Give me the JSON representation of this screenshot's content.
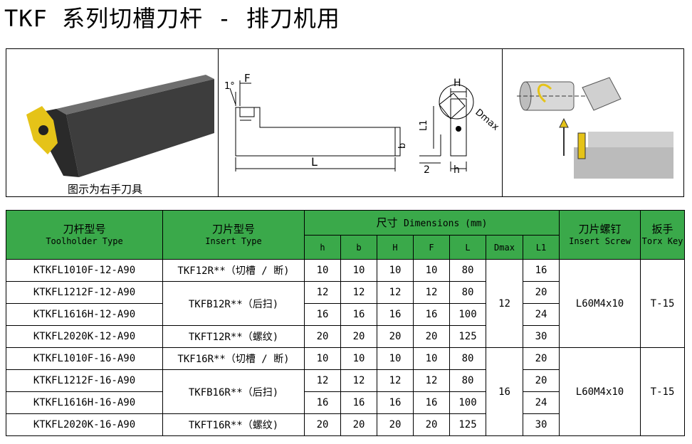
{
  "page_title": "TKF 系列切槽刀杆 - 排刀机用",
  "figure": {
    "caption": "图示为右手刀具",
    "labels": {
      "angle": "1°",
      "f": "F",
      "l": "L",
      "h_top": "H",
      "dmax": "Dmax",
      "l1": "L1",
      "b": "b",
      "two": "2",
      "h_bottom": "h"
    }
  },
  "table": {
    "headers": {
      "toolholder_cn": "刀杆型号",
      "toolholder_en": "Toolholder Type",
      "insert_cn": "刀片型号",
      "insert_en": "Insert Type",
      "dims_cn": "尺寸",
      "dims_en": "Dimensions (mm)",
      "screw_cn": "刀片螺钉",
      "screw_en": "Insert Screw",
      "key_cn": "扳手",
      "key_en": "Torx Key",
      "sub": [
        "h",
        "b",
        "H",
        "F",
        "L",
        "Dmax",
        "L1"
      ]
    },
    "groups": [
      {
        "dmax": "12",
        "screw": "L60M4x10",
        "key": "T-15",
        "inserts": [
          "TKF12R**（切槽 / 断)",
          "TKFB12R**（后扫)",
          "TKFT12R**（螺纹)"
        ],
        "rows": [
          {
            "model": "KTKFL1010F-12-A90",
            "h": "10",
            "b": "10",
            "H": "10",
            "F": "10",
            "L": "80",
            "L1": "16"
          },
          {
            "model": "KTKFL1212F-12-A90",
            "h": "12",
            "b": "12",
            "H": "12",
            "F": "12",
            "L": "80",
            "L1": "20"
          },
          {
            "model": "KTKFL1616H-12-A90",
            "h": "16",
            "b": "16",
            "H": "16",
            "F": "16",
            "L": "100",
            "L1": "24"
          },
          {
            "model": "KTKFL2020K-12-A90",
            "h": "20",
            "b": "20",
            "H": "20",
            "F": "20",
            "L": "125",
            "L1": "30"
          }
        ]
      },
      {
        "dmax": "16",
        "screw": "L60M4x10",
        "key": "T-15",
        "inserts": [
          "TKF16R**（切槽 / 断)",
          "TKFB16R**（后扫)",
          "TKFT16R**（螺纹)"
        ],
        "rows": [
          {
            "model": "KTKFL1010F-16-A90",
            "h": "10",
            "b": "10",
            "H": "10",
            "F": "10",
            "L": "80",
            "L1": "20"
          },
          {
            "model": "KTKFL1212F-16-A90",
            "h": "12",
            "b": "12",
            "H": "12",
            "F": "12",
            "L": "80",
            "L1": "20"
          },
          {
            "model": "KTKFL1616H-16-A90",
            "h": "16",
            "b": "16",
            "H": "16",
            "F": "16",
            "L": "100",
            "L1": "24"
          },
          {
            "model": "KTKFL2020K-16-A90",
            "h": "20",
            "b": "20",
            "H": "20",
            "F": "20",
            "L": "125",
            "L1": "30"
          }
        ]
      }
    ]
  },
  "colors": {
    "header_green": "#3aa94a",
    "tool_gray": "#4a4a4a",
    "insert_yellow": "#e5c318"
  }
}
